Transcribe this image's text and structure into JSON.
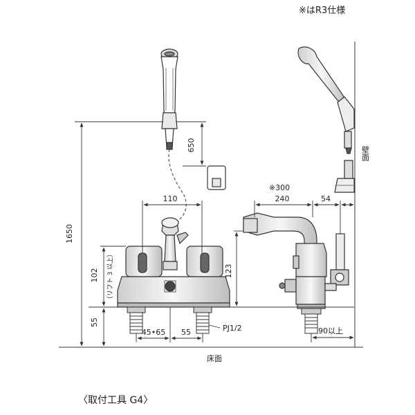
{
  "notes": {
    "r3_spec": "※はR3仕様",
    "tool": "〈取付工具 G4〉"
  },
  "labels": {
    "wall": "壁面",
    "floor": "床面"
  },
  "dimensions": {
    "overall_height": "1650",
    "hose_holder_height": "650",
    "handle_pitch": "110",
    "lift_height": "102",
    "lift_note": "（リフト 3 以上）",
    "base_height": "55",
    "spout_height": "123",
    "spout_reach_r3": "※300",
    "spout_reach": "240",
    "wall_offset": "54",
    "inlet_pitch": "45•65",
    "inlet_offset": "55",
    "pipe_thread": "PJ1/2",
    "wall_clearance": "90以上"
  }
}
